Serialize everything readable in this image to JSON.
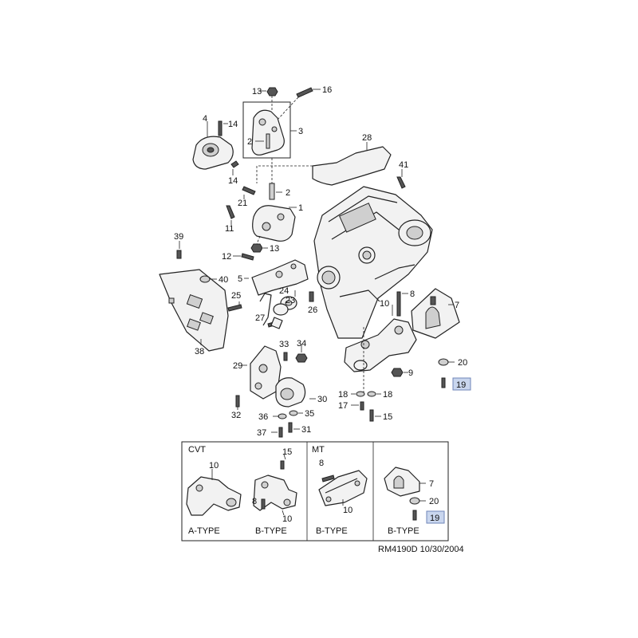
{
  "callouts": [
    {
      "id": "c13a",
      "text": "13"
    },
    {
      "id": "c16",
      "text": "16"
    },
    {
      "id": "c4",
      "text": "4"
    },
    {
      "id": "c14a",
      "text": "14"
    },
    {
      "id": "c3",
      "text": "3"
    },
    {
      "id": "c2a",
      "text": "2"
    },
    {
      "id": "c14b",
      "text": "14"
    },
    {
      "id": "c28",
      "text": "28"
    },
    {
      "id": "c41",
      "text": "41"
    },
    {
      "id": "c2b",
      "text": "2"
    },
    {
      "id": "c21",
      "text": "21"
    },
    {
      "id": "c1",
      "text": "1"
    },
    {
      "id": "c11",
      "text": "11"
    },
    {
      "id": "c39",
      "text": "39"
    },
    {
      "id": "c13b",
      "text": "13"
    },
    {
      "id": "c12",
      "text": "12"
    },
    {
      "id": "c40",
      "text": "40"
    },
    {
      "id": "c5",
      "text": "5"
    },
    {
      "id": "c25",
      "text": "25"
    },
    {
      "id": "c24",
      "text": "24"
    },
    {
      "id": "c23",
      "text": "23"
    },
    {
      "id": "c26",
      "text": "26"
    },
    {
      "id": "c27",
      "text": "27"
    },
    {
      "id": "c8a",
      "text": "8"
    },
    {
      "id": "c10a",
      "text": "10"
    },
    {
      "id": "c7a",
      "text": "7"
    },
    {
      "id": "c38",
      "text": "38"
    },
    {
      "id": "c33",
      "text": "33"
    },
    {
      "id": "c34",
      "text": "34"
    },
    {
      "id": "c29",
      "text": "29"
    },
    {
      "id": "c9",
      "text": "9"
    },
    {
      "id": "c20a",
      "text": "20"
    },
    {
      "id": "c19a",
      "text": "19"
    },
    {
      "id": "c30",
      "text": "30"
    },
    {
      "id": "c18a",
      "text": "18"
    },
    {
      "id": "c18b",
      "text": "18"
    },
    {
      "id": "c17",
      "text": "17"
    },
    {
      "id": "c15a",
      "text": "15"
    },
    {
      "id": "c32",
      "text": "32"
    },
    {
      "id": "c36",
      "text": "36"
    },
    {
      "id": "c35",
      "text": "35"
    },
    {
      "id": "c31",
      "text": "31"
    },
    {
      "id": "c37",
      "text": "37"
    },
    {
      "id": "c10b",
      "text": "10"
    },
    {
      "id": "c15b",
      "text": "15"
    },
    {
      "id": "c8b",
      "text": "8"
    },
    {
      "id": "c10c",
      "text": "10"
    },
    {
      "id": "c8c",
      "text": "8"
    },
    {
      "id": "c10d",
      "text": "10"
    },
    {
      "id": "c7b",
      "text": "7"
    },
    {
      "id": "c20b",
      "text": "20"
    },
    {
      "id": "c19b",
      "text": "19"
    }
  ],
  "variants": {
    "group_cvt": "CVT",
    "group_mt": "MT",
    "a_type": "A-TYPE",
    "b_type_1": "B-TYPE",
    "b_type_2": "B-TYPE",
    "b_type_3": "B-TYPE"
  },
  "reference": "RM4190D  10/30/2004",
  "colors": {
    "highlight": "#c9d6ee",
    "line": "#222222"
  }
}
